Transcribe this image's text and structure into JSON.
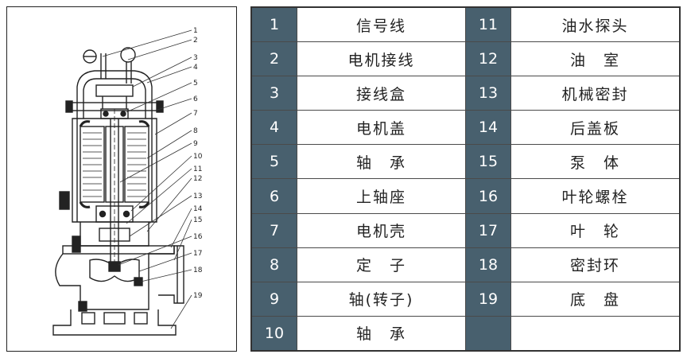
{
  "leader_numbers": [
    "1",
    "2",
    "3",
    "4",
    "5",
    "6",
    "7",
    "8",
    "9",
    "10",
    "11",
    "12",
    "13",
    "14",
    "15",
    "16",
    "17",
    "18",
    "19"
  ],
  "parts_left": [
    {
      "num": "1",
      "name": "信号线"
    },
    {
      "num": "2",
      "name": "电机接线"
    },
    {
      "num": "3",
      "name": "接线盒"
    },
    {
      "num": "4",
      "name": "电机盖"
    },
    {
      "num": "5",
      "name": "轴　承"
    },
    {
      "num": "6",
      "name": "上轴座"
    },
    {
      "num": "7",
      "name": "电机壳"
    },
    {
      "num": "8",
      "name": "定　子"
    },
    {
      "num": "9",
      "name": "轴(转子)"
    },
    {
      "num": "10",
      "name": "轴　承"
    }
  ],
  "parts_right": [
    {
      "num": "11",
      "name": "油水探头"
    },
    {
      "num": "12",
      "name": "油　室"
    },
    {
      "num": "13",
      "name": "机械密封"
    },
    {
      "num": "14",
      "name": "后盖板"
    },
    {
      "num": "15",
      "name": "泵　体"
    },
    {
      "num": "16",
      "name": "叶轮螺栓"
    },
    {
      "num": "17",
      "name": "叶　轮"
    },
    {
      "num": "18",
      "name": "密封环"
    },
    {
      "num": "19",
      "name": "底　盘"
    },
    {
      "num": "",
      "name": ""
    }
  ]
}
